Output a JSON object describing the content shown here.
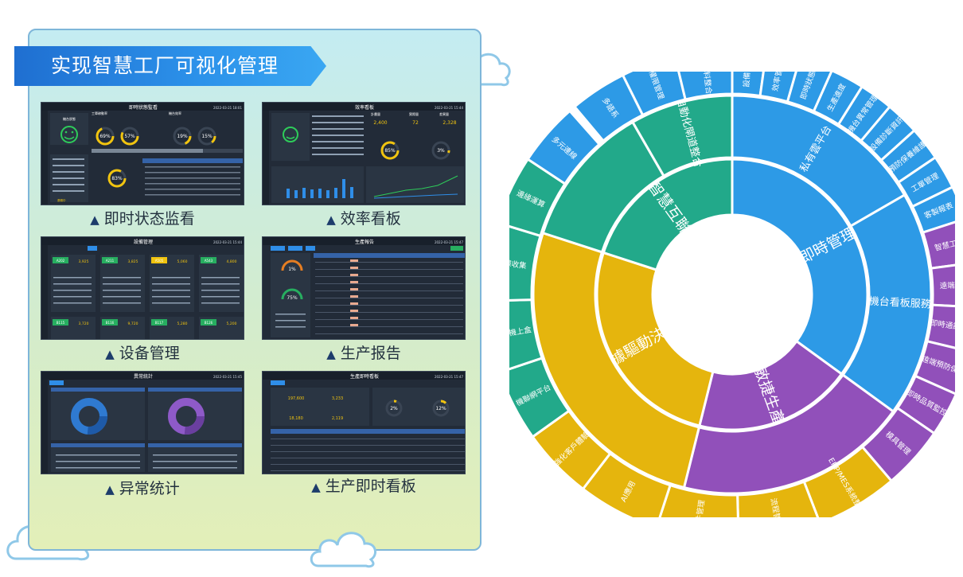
{
  "banner": {
    "title": "实现智慧工厂可视化管理"
  },
  "captions": {
    "status": "即时状态监看",
    "efficiency": "效率看板",
    "equipment": "设备管理",
    "report": "生产报告",
    "anomaly": "异常统计",
    "live": "生产即时看板"
  },
  "thumb_text": {
    "status": {
      "header": "即時狀態監看",
      "date": "2022-03-21 18:01",
      "util_label": "工單稼動率",
      "oee_label": "機台效率",
      "g1": "69%",
      "g2": "57%",
      "g3": "19%",
      "g4": "15%",
      "g5": "83%",
      "status_label": "機台狀態",
      "worker": "張碩中"
    },
    "efficiency": {
      "header": "效率看板",
      "date": "2022-03-21 15:44",
      "planned_label": "計畫量",
      "planned": "2,400",
      "done_label": "實際量",
      "done": "72",
      "diff_label": "差異量",
      "diff": "2,328",
      "g1": "85%",
      "g2": "3%"
    },
    "equipment": {
      "header": "設備管理",
      "date": "2022-03-21 15:44",
      "m1": "A202",
      "m2": "A211",
      "m3": "A505",
      "m4": "A543",
      "m5": "B115",
      "m6": "B116",
      "m7": "B117",
      "m8": "B126",
      "v1": "3,925",
      "v2": "3,825",
      "v3": "5,060",
      "v4": "4,800",
      "v5": "3,720",
      "v6": "9,720",
      "v7": "5,280",
      "v8": "5,200"
    },
    "report": {
      "header": "生產報告",
      "date": "2022-03-21 15:47",
      "g1": "1%",
      "g2": "75%"
    },
    "anomaly": {
      "header": "異常統計",
      "date": "2022-03-21 15:45"
    },
    "live": {
      "header": "生產即時看板",
      "date": "2022-03-21 15:47",
      "k1": "197,600",
      "k2": "3,233",
      "k3": "18,180",
      "k4": "2,119",
      "g1": "2%",
      "g2": "12%"
    }
  },
  "sunburst": {
    "inner": [
      {
        "label": "即時管理",
        "color": "#2d9ae6"
      },
      {
        "label": "敏捷生產",
        "color": "#9150ba"
      },
      {
        "label": "數據驅動決策",
        "color": "#e5b50d"
      },
      {
        "label": "智慧互聯",
        "color": "#22a98a"
      }
    ],
    "middle": [
      {
        "label": "私有雲平台",
        "color": "#2d9ae6"
      },
      {
        "label": "機台看板服務",
        "color": "#2d9ae6"
      },
      {
        "label": "",
        "color": "#9150ba"
      },
      {
        "label": "",
        "color": "#e5b50d"
      },
      {
        "label": "",
        "color": "#22a98a"
      },
      {
        "label": "自動化閘道整合",
        "color": "#22a98a"
      }
    ],
    "outer": [
      {
        "label": "多語系",
        "color": "#2d9ae6"
      },
      {
        "label": "權限管理",
        "color": "#2d9ae6"
      },
      {
        "label": "API資料整合",
        "color": "#2d9ae6"
      },
      {
        "label": "設備管理",
        "color": "#2d9ae6"
      },
      {
        "label": "效率管理",
        "color": "#2d9ae6"
      },
      {
        "label": "即時狀態",
        "color": "#2d9ae6"
      },
      {
        "label": "生產進度",
        "color": "#2d9ae6"
      },
      {
        "label": "機台異常管理",
        "color": "#2d9ae6"
      },
      {
        "label": "設備診斷資訊",
        "color": "#2d9ae6"
      },
      {
        "label": "預防保養維護",
        "color": "#2d9ae6"
      },
      {
        "label": "工單管理",
        "color": "#2d9ae6"
      },
      {
        "label": "客製報表",
        "color": "#2d9ae6"
      },
      {
        "label": "智慧工艇",
        "color": "#9150ba"
      },
      {
        "label": "遠端監管",
        "color": "#9150ba"
      },
      {
        "label": "即時通訊整合",
        "color": "#9150ba"
      },
      {
        "label": "遠端預防保養",
        "color": "#9150ba"
      },
      {
        "label": "即時品質監控",
        "color": "#9150ba"
      },
      {
        "label": "模具管理",
        "color": "#9150ba"
      },
      {
        "label": "ERP/MES系統整合",
        "color": "#e5b50d"
      },
      {
        "label": "流程智慧",
        "color": "#e5b50d"
      },
      {
        "label": "文件管理",
        "color": "#e5b50d"
      },
      {
        "label": "AI應用",
        "color": "#e5b50d"
      },
      {
        "label": "強化客戶體驗",
        "color": "#e5b50d"
      },
      {
        "label": "機聯網平台",
        "color": "#22a98a"
      },
      {
        "label": "智慧機上盒",
        "color": "#22a98a"
      },
      {
        "label": "數據收集",
        "color": "#22a98a"
      },
      {
        "label": "邊緣運算",
        "color": "#22a98a"
      },
      {
        "label": "多元連線",
        "color": "#2d9ae6"
      }
    ]
  }
}
